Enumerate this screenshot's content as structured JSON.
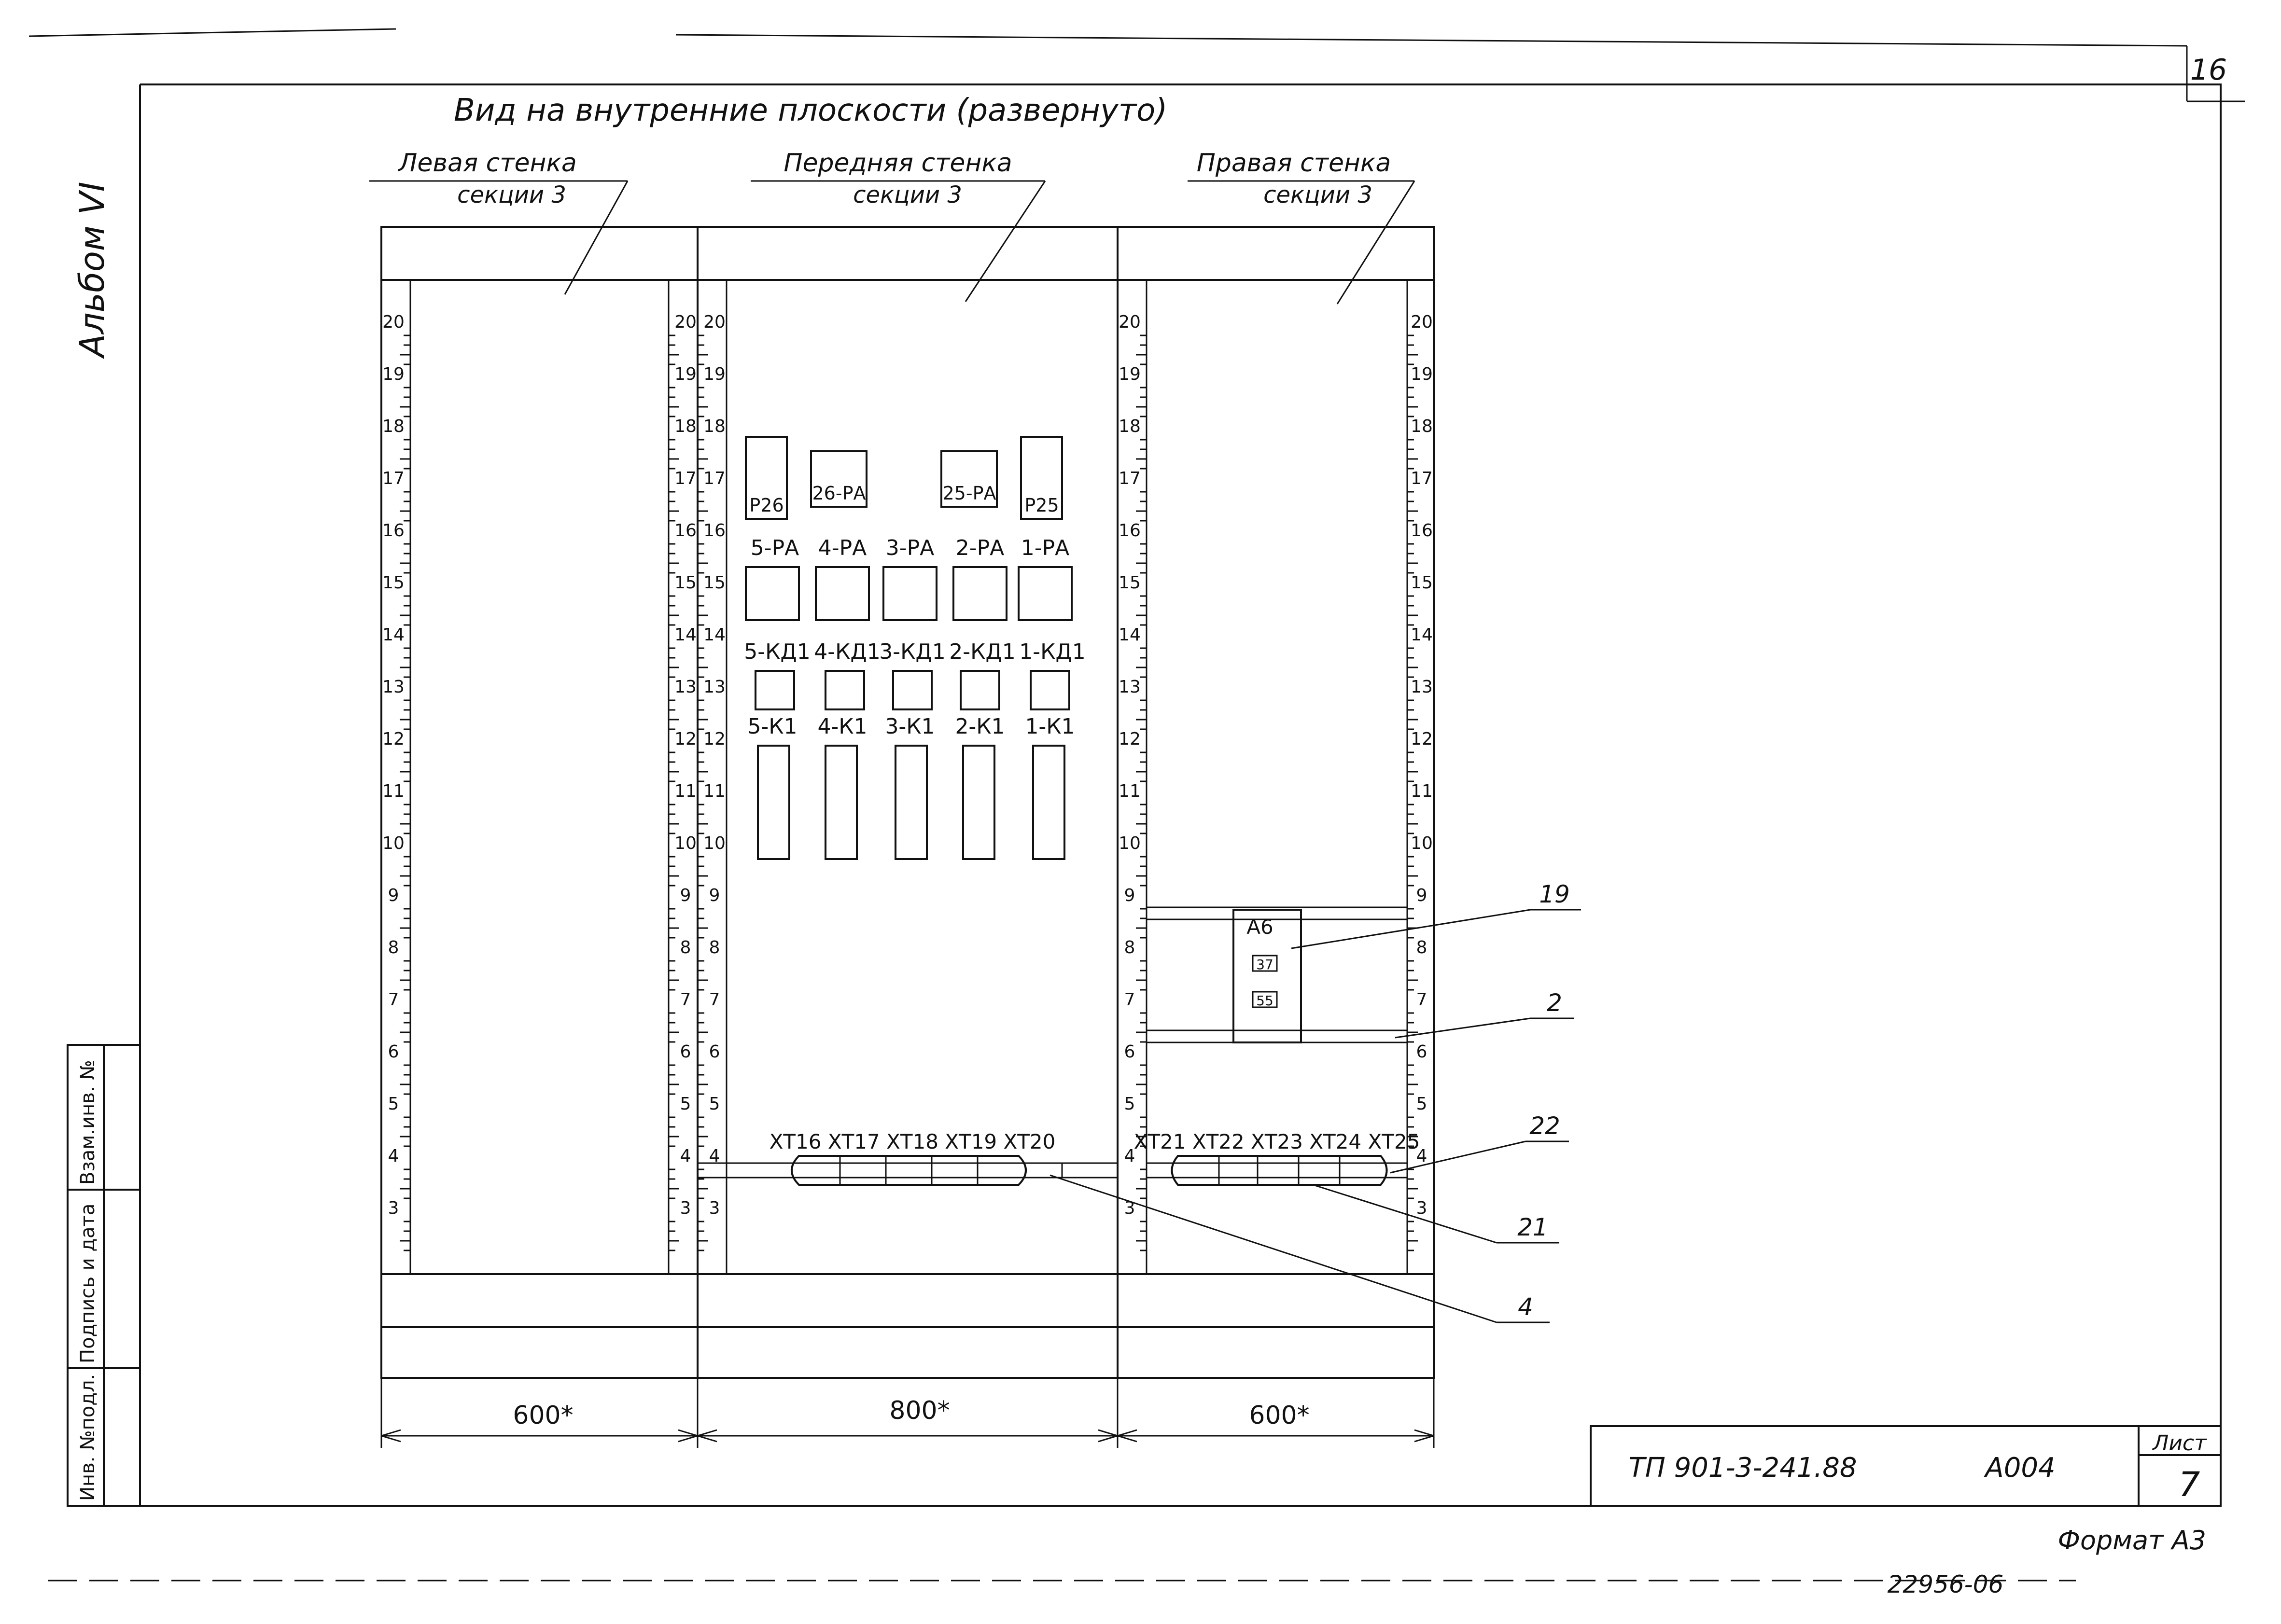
{
  "sheet_number_top": "16",
  "album_label": "Альбом VI",
  "view_title": "Вид на внутренние плоскости (развернуто)",
  "walls": {
    "left": {
      "line1": "Левая стенка",
      "line2": "секции 3",
      "width": "600*"
    },
    "front": {
      "line1": "Передняя стенка",
      "line2": "секции 3",
      "width": "800*"
    },
    "right": {
      "line1": "Правая стенка",
      "line2": "секции 3",
      "width": "600*"
    }
  },
  "scale_numbers": [
    "20",
    "19",
    "18",
    "17",
    "16",
    "15",
    "14",
    "13",
    "12",
    "11",
    "10",
    "9",
    "8",
    "7",
    "6",
    "5",
    "4",
    "3"
  ],
  "devices": {
    "top_row": [
      "Р26",
      "26-РА",
      "25-РА",
      "Р25"
    ],
    "pa_row": [
      "5-РА",
      "4-РА",
      "3-РА",
      "2-РА",
      "1-РА"
    ],
    "kd_row": [
      "5-КД1",
      "4-КД1",
      "3-КД1",
      "2-КД1",
      "1-КД1"
    ],
    "k_row": [
      "5-К1",
      "4-К1",
      "3-К1",
      "2-К1",
      "1-К1"
    ],
    "terminals_front": "ХТ16 ХТ17 ХТ18 ХТ19 ХТ20",
    "terminals_right": "ХТ21 ХТ22 ХТ23 ХТ24 ХТ25",
    "block": {
      "name": "А6",
      "slot1": "37",
      "slot2": "55"
    }
  },
  "callouts": [
    "19",
    "2",
    "22",
    "21",
    "4"
  ],
  "side_stamp": {
    "col1": "Инв. №подл.",
    "col2": "Подпись и дата",
    "col3": "Взам.инв. №"
  },
  "title_block": {
    "code": "ТП 901-3-241.88",
    "album": "А004",
    "sheet_label": "Лист",
    "sheet_value": "7"
  },
  "format_label": "Формат А3",
  "bottom_number": "22956-06"
}
